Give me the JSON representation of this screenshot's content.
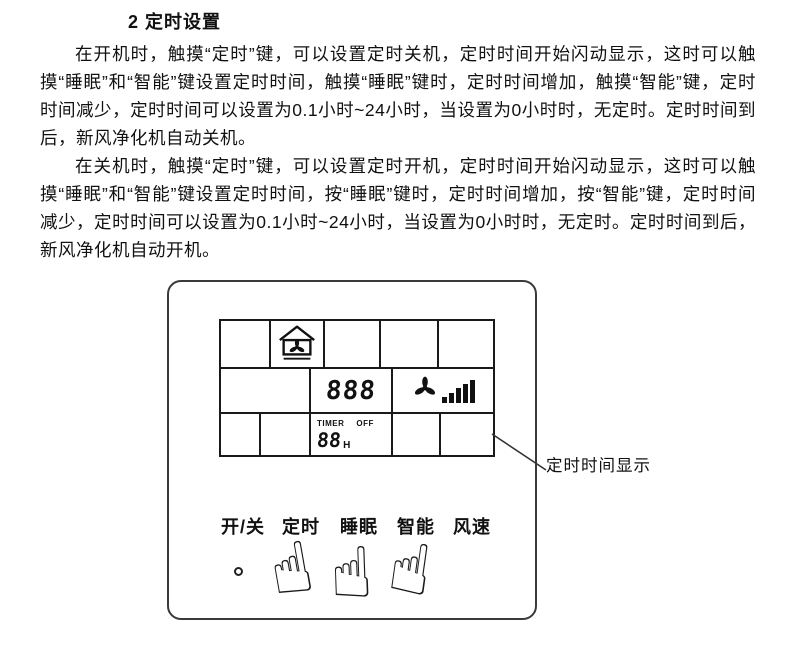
{
  "doc": {
    "title": "2 定时设置",
    "para1": "在开机时，触摸“定时”键，可以设置定时关机，定时时间开始闪动显示，这时可以触摸“睡眠”和“智能”键设置定时时间，触摸“睡眠”键时，定时时间增加，触摸“智能”键，定时时间减少，定时时间可以设置为0.1小时~24小时，当设置为0小时时，无定时。定时时间到后，新风净化机自动关机。",
    "para2": "在关机时，触摸“定时”键，可以设置定时开机，定时时间开始闪动显示，这时可以触摸“睡眠”和“智能”键设置定时时间，按“睡眠”键时，定时时间增加，按“智能”键，定时时间减少，定时时间可以设置为0.1小时~24小时，当设置为0小时时，无定时。定时时间到后，新风净化机自动开机。"
  },
  "panel": {
    "display": {
      "main_digits": "888",
      "timer_label": "TIMER",
      "off_label": "OFF",
      "timer_digits": "88",
      "hour_unit": "H"
    },
    "buttons": [
      {
        "label": "开/关"
      },
      {
        "label": "定时"
      },
      {
        "label": "睡眠"
      },
      {
        "label": "智能"
      },
      {
        "label": "风速"
      }
    ],
    "annotation": "定时时间显示",
    "icons": {
      "hand_glyph": "☝",
      "house_fan": "house-fan-icon",
      "fan": "fan-icon",
      "speed_bars": "fan-speed-bars-icon"
    }
  }
}
